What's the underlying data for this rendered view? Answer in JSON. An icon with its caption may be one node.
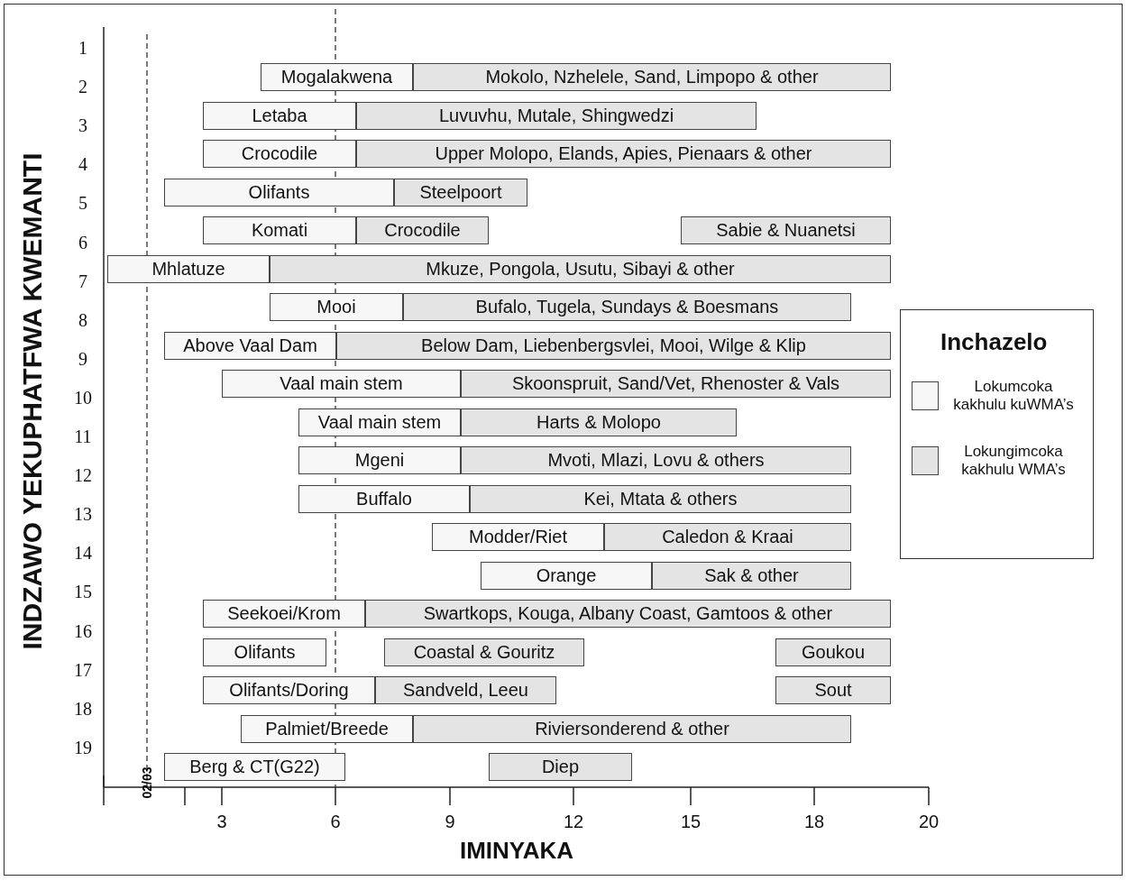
{
  "diagram": {
    "nodes": [
      {
        "text": [
          "Mogalakwena"
        ]
      },
      {
        "text": [
          "Mokolo, Nzhelele, Sand, Limpopo & other"
        ]
      },
      {
        "text": [
          "Letaba"
        ]
      },
      {
        "text": [
          "Luvuvhu, Mutale, Shingwedzi"
        ]
      },
      {
        "text": [
          "Crocodile"
        ]
      },
      {
        "text": [
          "Upper Molopo, Elands, Apies, Pienaars & other"
        ]
      },
      {
        "text": [
          "Olifants"
        ]
      },
      {
        "text": [
          "Steelpoort"
        ]
      },
      {
        "text": [
          "Komati"
        ]
      },
      {
        "text": [
          "Crocodile"
        ]
      },
      {
        "text": [
          "Sabie & Nuanetsi"
        ]
      },
      {
        "text": [
          "Mhlatuze"
        ]
      },
      {
        "text": [
          "Mkuze, Pongola, Usutu, Sibayi & other"
        ]
      },
      {
        "text": [
          "Mooi"
        ]
      },
      {
        "text": [
          "Bufalo, Tugela, Sundays & Boesmans"
        ]
      },
      {
        "text": [
          "Above Vaal Dam"
        ]
      },
      {
        "text": [
          "Below Dam, Liebenbergsvlei, Mooi, Wilge & Klip"
        ]
      },
      {
        "text": [
          "Vaal main stem"
        ]
      },
      {
        "text": [
          "Skoonspruit, Sand/Vet, Rhenoster & Vals"
        ]
      },
      {
        "text": [
          "Vaal main stem"
        ]
      },
      {
        "text": [
          "Harts & Molopo"
        ]
      },
      {
        "text": [
          "Mgeni"
        ]
      },
      {
        "text": [
          "Mvoti, Mlazi, Lovu & others"
        ]
      },
      {
        "text": [
          "Buffalo"
        ]
      },
      {
        "text": [
          "Kei, Mtata & others"
        ]
      },
      {
        "text": [
          "Modder/Riet"
        ]
      },
      {
        "text": [
          "Caledon & Kraai"
        ]
      },
      {
        "text": [
          "Orange"
        ]
      },
      {
        "text": [
          "Sak & other"
        ]
      },
      {
        "text": [
          "Seekoei/Krom"
        ]
      },
      {
        "text": [
          "Swartkops, Kouga, Albany Coast, Gamtoos & other"
        ]
      },
      {
        "text": [
          "Olifants"
        ]
      },
      {
        "text": [
          "Coastal & Gouritz"
        ]
      },
      {
        "text": [
          "Goukou"
        ]
      },
      {
        "text": [
          "Olifants/Doring"
        ]
      },
      {
        "text": [
          "Sandveld, Leeu"
        ]
      },
      {
        "text": [
          "Sout"
        ]
      },
      {
        "text": [
          "Palmiet/Breede"
        ]
      },
      {
        "text": [
          "Riviersonderend & other"
        ]
      },
      {
        "text": [
          "Berg & CT(G22)"
        ]
      },
      {
        "text": [
          "Diep"
        ]
      }
    ],
    "labels": [
      "INDZAWO YEKUPHATFWA KWEMANTI",
      "1",
      "2",
      "3",
      "4",
      "5",
      "6",
      "7",
      "8",
      "9",
      "10",
      "11",
      "12",
      "13",
      "14",
      "15",
      "16",
      "17",
      "18",
      "19",
      "Inchazelo",
      "02/03",
      "3",
      "6",
      "9",
      "12",
      "15",
      "18",
      "20",
      "IMINYAKA"
    ],
    "legend": [
      {
        "text": "Lokumcoka kakhulu kuWMA’s",
        "color": "#f7f7f7"
      },
      {
        "text": "Lokungimcoka kakhulu WMA’s",
        "color": "#e4e4e4"
      }
    ]
  }
}
